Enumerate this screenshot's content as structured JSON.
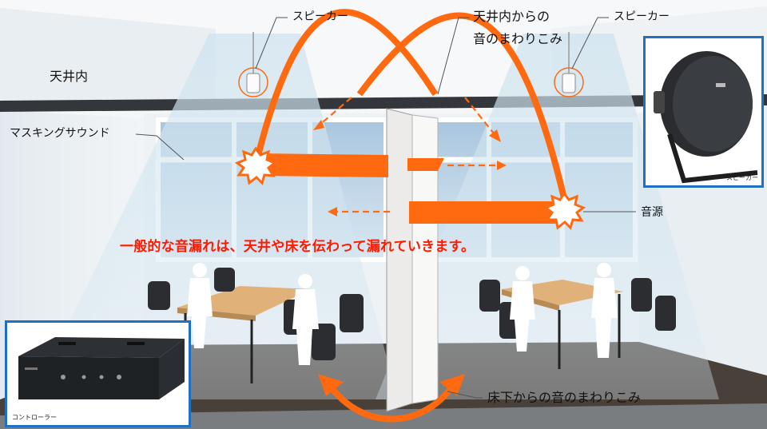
{
  "labels": {
    "ceiling_space": "天井内",
    "masking_sound": "マスキングサウンド",
    "speaker_left": "スピーカー",
    "speaker_right": "スピーカー",
    "ceiling_leak_line1": "天井内からの",
    "ceiling_leak_line2": "音のまわりこみ",
    "sound_source": "音源",
    "floor_leak": "床下からの音のまわりこみ"
  },
  "caption": "一般的な音漏れは、天井や床を伝わって漏れていきます。",
  "photos": {
    "speaker": {
      "caption": "スピーカー"
    },
    "controller": {
      "caption": "コントローラー"
    }
  },
  "colors": {
    "accent_orange": "#ff6a10",
    "caption_red": "#ff1a00",
    "photo_border": "#1f6fc2"
  }
}
